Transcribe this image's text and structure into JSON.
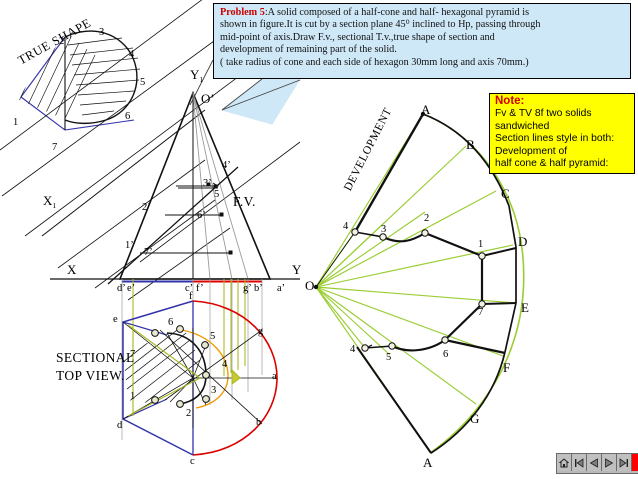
{
  "problem": {
    "title": "Problem 5",
    "lines": [
      ":A solid composed of a half-cone and half- hexagonal pyramid is",
      "shown in figure.It is cut by a section plane 45⁰ inclined to Hp, passing through",
      " mid-point of axis.Draw F.v., sectional T.v.,true  shape of section and",
      "development of remaining part of the solid.",
      "( take radius of cone and each side of hexagon 30mm long and axis 70mm.)"
    ]
  },
  "note": {
    "title": "Note:",
    "lines": [
      "Fv & TV 8f two solids",
      "sandwiched",
      "Section lines style in both:",
      "Development of",
      "half cone & half pyramid:"
    ]
  },
  "labels": {
    "true_shape": "TRUE SHAPE",
    "development": "DEVELOPMENT",
    "front_view": "F.V.",
    "sectional_top_view_l1": "SECTIONAL",
    "sectional_top_view_l2": "TOP VIEW.",
    "apex_fv": "O’",
    "apex_dev": "O",
    "x": "X",
    "y": "Y",
    "x1": "X",
    "x1_sub": "1",
    "y1": "Y",
    "y1_sub": "1"
  },
  "true_shape_points": [
    "1",
    "2",
    "3",
    "4",
    "5",
    "6",
    "7"
  ],
  "fv_points": [
    "1’",
    "2’",
    "3’",
    "4’",
    "5",
    "6’",
    "7’"
  ],
  "fv_base_labels": [
    "d’",
    "e’",
    "c’",
    "f’",
    "g’",
    "b’",
    "a’"
  ],
  "tv_corner_labels": [
    "a",
    "b",
    "c",
    "d",
    "e",
    "f",
    "g"
  ],
  "tv_points": [
    "1",
    "2",
    "3",
    "4",
    "5",
    "6",
    "7"
  ],
  "dev_corner_labels": [
    "A",
    "B",
    "C",
    "D",
    "E",
    "F",
    "G",
    "A"
  ],
  "dev_points_upper": [
    "4",
    "3",
    "2",
    "1"
  ],
  "dev_points_lower": [
    "7",
    "6",
    "5",
    "4"
  ],
  "colors": {
    "problem_bg": "#cfe8f7",
    "note_bg": "#ffff00",
    "accent_red": "#cc0000",
    "outline": "#000000",
    "hex_blue": "#3333aa",
    "circle_red": "#dd0000",
    "circle_orange": "#ee9900",
    "projector_green": "#a8b81e",
    "dev_green": "#9acd32",
    "nav_stop": "#ff0000"
  },
  "nav": {
    "buttons": [
      "home-icon",
      "first-icon",
      "prev-icon",
      "next-icon",
      "last-icon",
      "stop-icon"
    ]
  }
}
